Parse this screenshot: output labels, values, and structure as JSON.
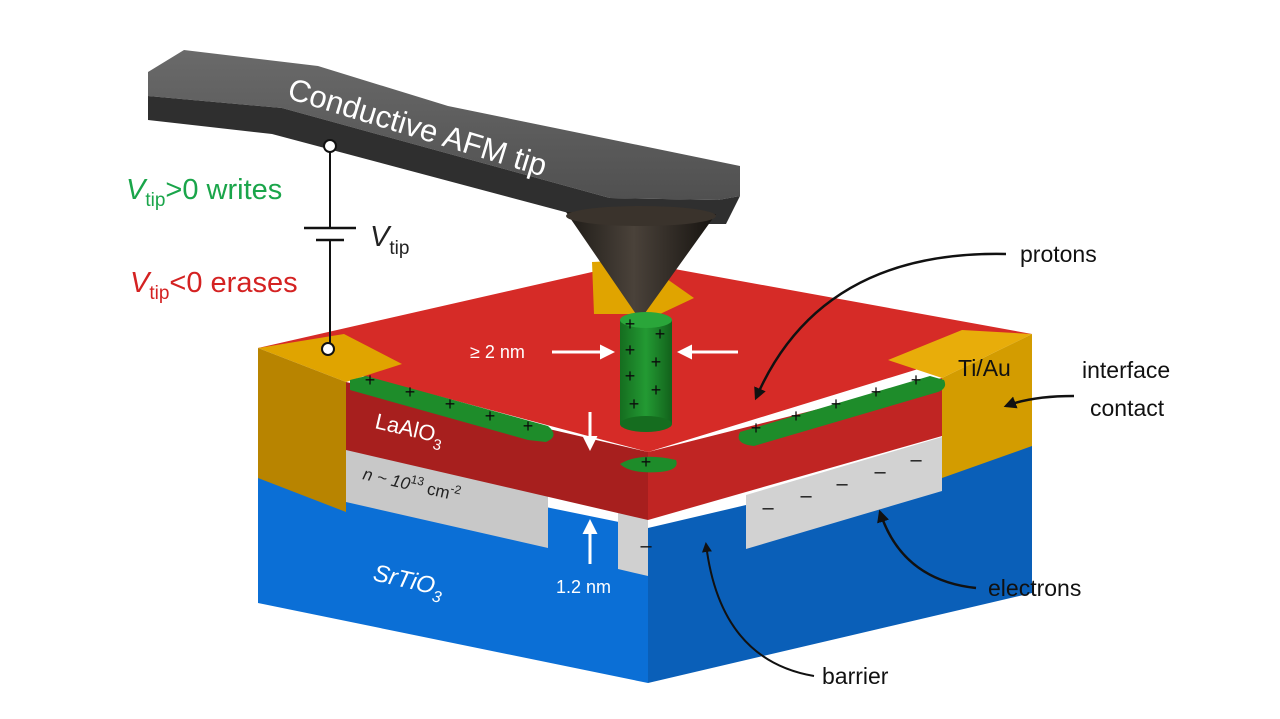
{
  "figure": {
    "tip_label": "Conductive AFM tip",
    "write_label": {
      "v": "V",
      "sub": "tip",
      "rest": ">0 writes",
      "color": "#1aa54a"
    },
    "erase_label": {
      "v": "V",
      "sub": "tip",
      "rest": "<0 erases",
      "color": "#d42222"
    },
    "source_label": {
      "v": "V",
      "sub": "tip"
    },
    "width_label": "≥ 2 nm",
    "thickness_label": "1.2 nm",
    "laalo3_label": {
      "main": "LaAlO",
      "sub": "3"
    },
    "srtio3_label": {
      "main": "SrTiO",
      "sub": "3"
    },
    "density_label": {
      "n": "n",
      "mid": " ~ 10",
      "exp": "13",
      "unit": " cm",
      "unit_exp": "-2"
    },
    "contact_label": "Ti/Au",
    "protons_label": "protons",
    "interface_label_1": "interface",
    "interface_label_2": "contact",
    "electrons_label": "electrons",
    "barrier_label": "barrier",
    "plus_symbol": "+",
    "minus_symbol": "–",
    "colors": {
      "red_layer": "#d62b27",
      "red_side": "#a71f1e",
      "blue_layer": "#0b6fd6",
      "blue_side": "#0a5fb8",
      "gold": "#e0a400",
      "gold_dark": "#b88400",
      "green": "#1e8c2a",
      "gray_interface": "#c8c8c8",
      "tip": "#4d4d4d",
      "tip_cone": "#2b2621"
    }
  }
}
